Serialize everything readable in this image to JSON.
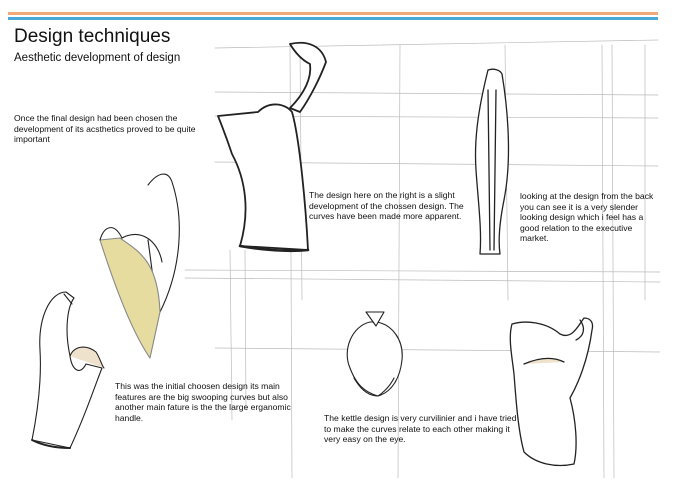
{
  "header": {
    "title": "Design techniques",
    "subtitle": "Aesthetic  development of design",
    "band_colors": [
      "#f0a878",
      "#4aa8d8"
    ]
  },
  "notes": {
    "intro": "Once the final design had been chosen the development of its acsthetics proved to be quite important",
    "right_design": "The design here on the right is a slight development of the chossen design. The curves have been made more apparent.",
    "back_view": "looking at the design from the back you can see it is a very slender looking design which i feel has a good relation to the executive market.",
    "initial_design": "This was the initial choosen design its main features are the big swooping curves but also another main fature is the the large erganomic handle.",
    "kettle": "The kettle design is very curvilinier and i have tried to make the curves relate to each other making it very easy on the eye."
  },
  "colors": {
    "yellow_fill": "#e6dca0",
    "beige_fill": "#eee2cc"
  }
}
